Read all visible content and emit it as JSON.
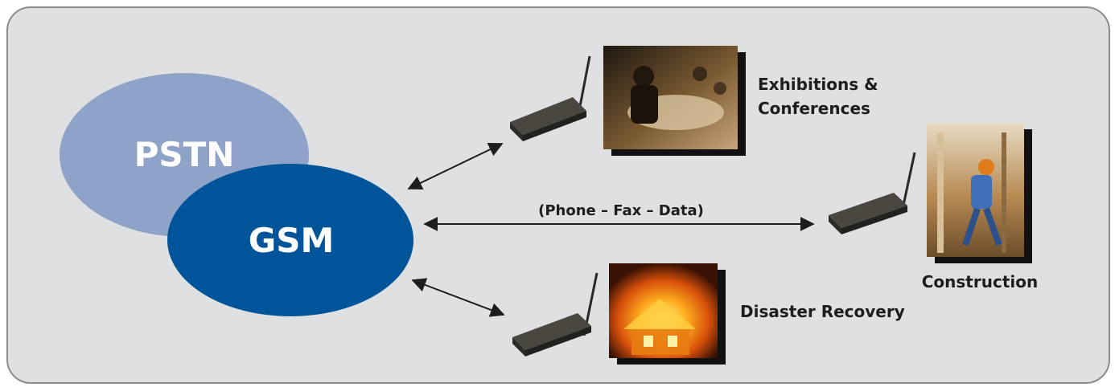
{
  "networks": {
    "pstn": {
      "label": "PSTN",
      "color": "#8fa3c8"
    },
    "gsm": {
      "label": "GSM",
      "color": "#00559a"
    }
  },
  "link_label": "(Phone – Fax – Data)",
  "use_cases": {
    "exhibitions": {
      "line1": "Exhibitions &",
      "line2": "Conferences",
      "photo": "conference-meeting-photo"
    },
    "construction": {
      "label": "Construction",
      "photo": "construction-worker-photo"
    },
    "disaster": {
      "label": "Disaster Recovery",
      "photo": "burning-house-photo"
    }
  },
  "colors": {
    "panel": "#dfe0e2",
    "panel_border": "#8a8c8f",
    "arrow": "#1d1d1b",
    "terminal": "#3b3934"
  }
}
